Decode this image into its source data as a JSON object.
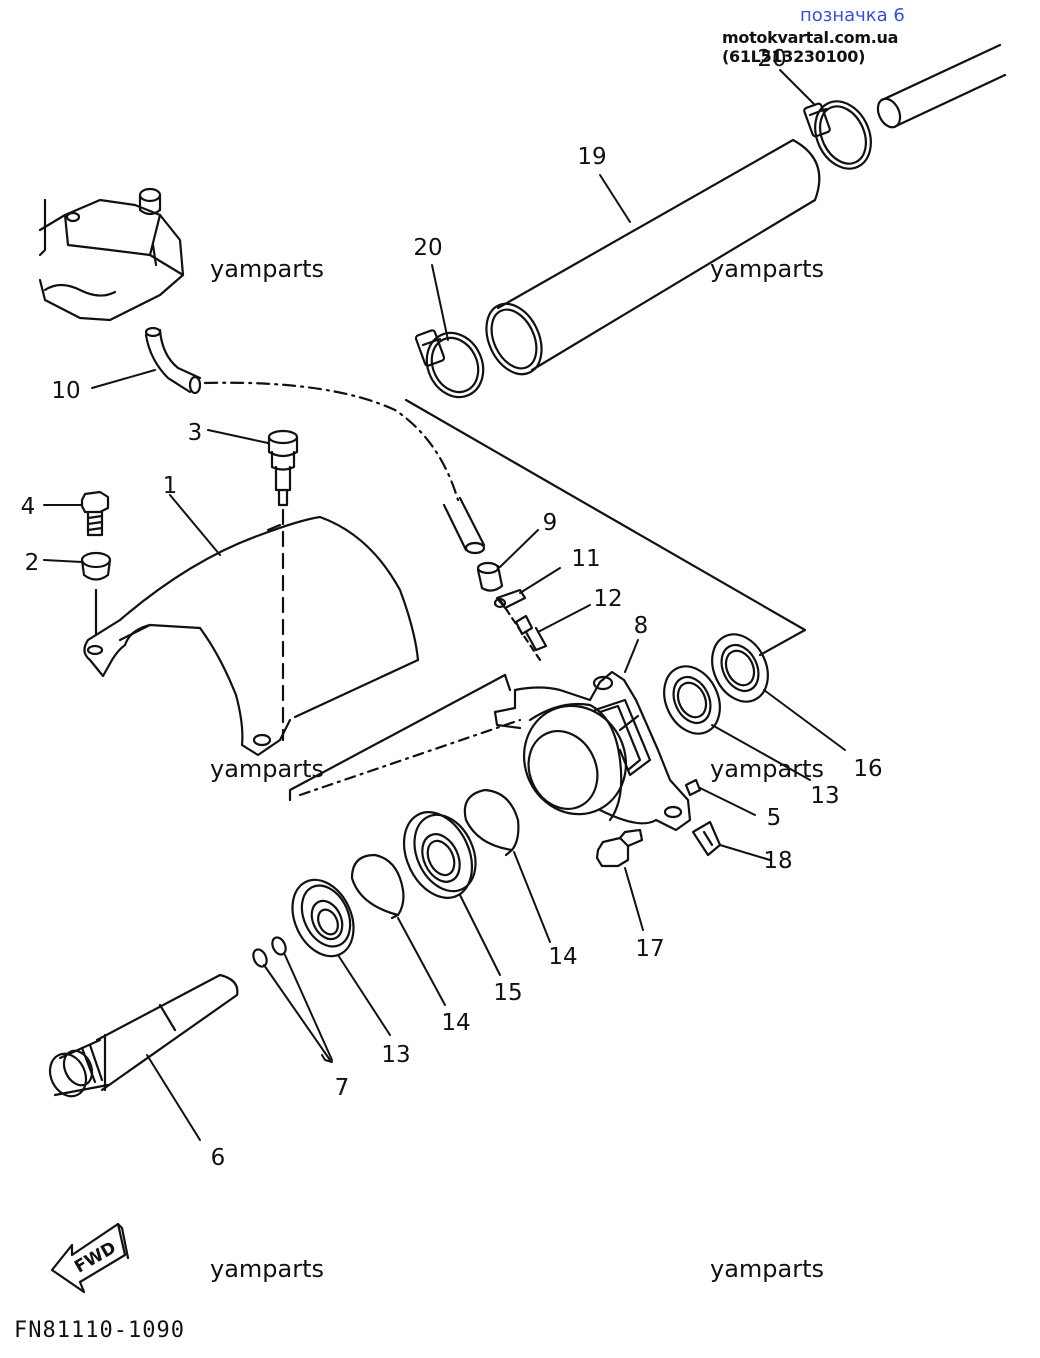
{
  "header": {
    "tag": "позначка 6",
    "source": "motokvartal.com.ua (61L513230100)"
  },
  "watermark": "yamparts",
  "diagram_code": "FN81110-1090",
  "fwd_label": "FWD",
  "callouts": {
    "c1": "1",
    "c2": "2",
    "c3": "3",
    "c4": "4",
    "c5": "5",
    "c6": "6",
    "c7": "7",
    "c8": "8",
    "c9": "9",
    "c10": "10",
    "c11": "11",
    "c12": "12",
    "c13a": "13",
    "c13b": "13",
    "c14a": "14",
    "c14b": "14",
    "c15": "15",
    "c16": "16",
    "c17": "17",
    "c18": "18",
    "c19": "19",
    "c20a": "20",
    "c20b": "20"
  }
}
